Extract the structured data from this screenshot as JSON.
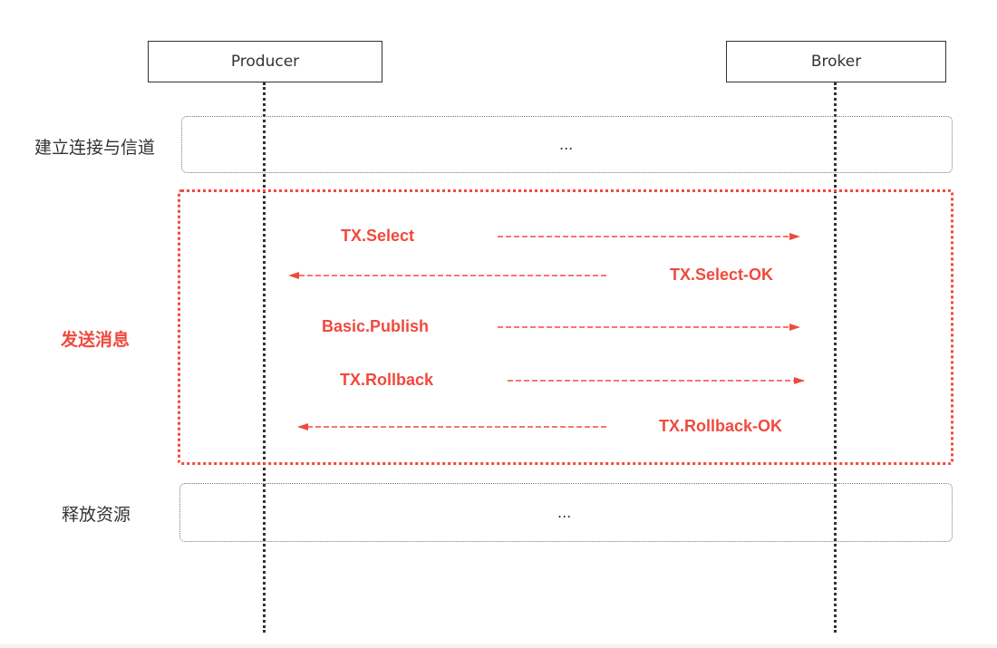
{
  "colors": {
    "accent": "#f04a3e",
    "line": "#333333",
    "frame": "#777777"
  },
  "actors": {
    "producer": "Producer",
    "broker": "Broker"
  },
  "phases": {
    "connect": {
      "label": "建立连接与信道",
      "content": "..."
    },
    "send": {
      "label": "发送消息"
    },
    "release": {
      "label": "释放资源",
      "content": "..."
    }
  },
  "messages": [
    {
      "label": "TX.Select",
      "from": "Producer",
      "to": "Broker"
    },
    {
      "label": "TX.Select-OK",
      "from": "Broker",
      "to": "Producer"
    },
    {
      "label": "Basic.Publish",
      "from": "Producer",
      "to": "Broker"
    },
    {
      "label": "TX.Rollback",
      "from": "Producer",
      "to": "Broker"
    },
    {
      "label": "TX.Rollback-OK",
      "from": "Broker",
      "to": "Producer"
    }
  ]
}
